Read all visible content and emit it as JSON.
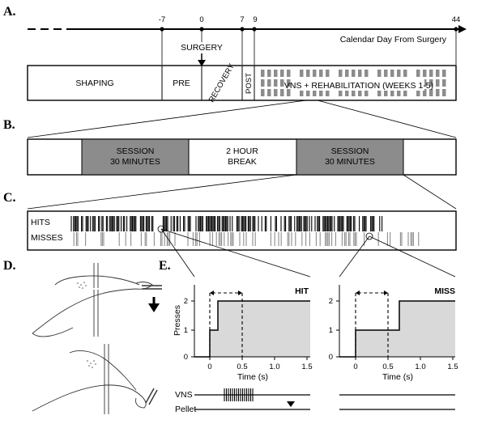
{
  "panels": {
    "a": "A.",
    "b": "B.",
    "c": "C.",
    "d": "D.",
    "e": "E."
  },
  "timeline": {
    "ticks": [
      "-7",
      "0",
      "7",
      "9",
      "44"
    ],
    "axis_label": "Calendar Day From Surgery",
    "surgery_label": "SURGERY",
    "segments": {
      "shaping": "SHAPING",
      "pre": "PRE",
      "recovery": "RECOVERY",
      "post": "POST",
      "vns": "VNS + REHABILITATION (WEEKS 1-5)"
    }
  },
  "session_bar": {
    "session1_line1": "SESSION",
    "session1_line2": "30 MINUTES",
    "break_line1": "2 HOUR",
    "break_line2": "BREAK",
    "session2_line1": "SESSION",
    "session2_line2": "30 MINUTES",
    "shade_color": "#8c8c8c"
  },
  "raster": {
    "hits_label": "HITS",
    "misses_label": "MISSES"
  },
  "plots": {
    "ylabel": "Presses",
    "xlabel": "Time (s)",
    "y_ticks": [
      "0",
      "1",
      "2"
    ],
    "x_ticks": [
      "0",
      "0.5",
      "1.0",
      "1.5"
    ],
    "hit_title": "HIT",
    "miss_title": "MISS",
    "fill_color": "#d9d9d9"
  },
  "traces": {
    "vns_label": "VNS",
    "pellet_label": "Pellet"
  }
}
